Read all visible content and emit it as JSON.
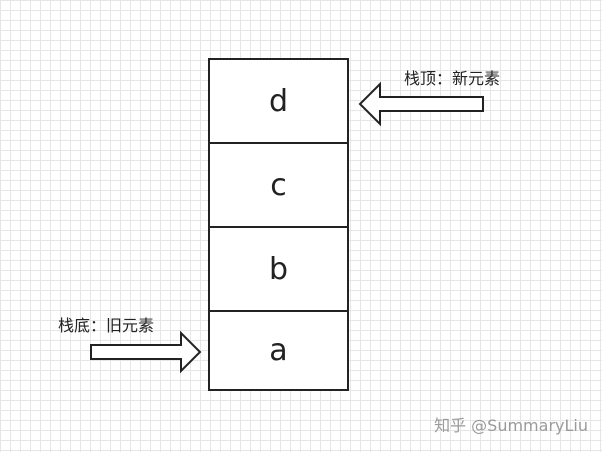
{
  "stack": {
    "cells": [
      "d",
      "c",
      "b",
      "a"
    ]
  },
  "labels": {
    "top": "栈顶：新元素",
    "bottom": "栈底：旧元素"
  },
  "watermark": "知乎 @SummaryLiu"
}
